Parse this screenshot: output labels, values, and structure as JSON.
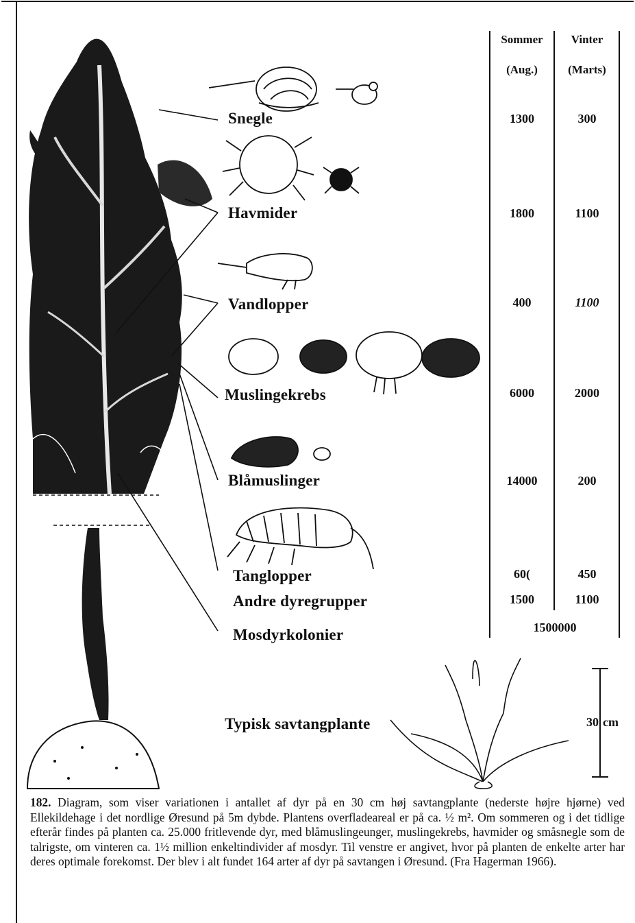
{
  "header": {
    "summer": "Sommer",
    "summer_month": "(Aug.)",
    "winter": "Vinter",
    "winter_month": "(Marts)"
  },
  "rows": [
    {
      "label": "Snegle",
      "summer": "1300",
      "winter": "300"
    },
    {
      "label": "Havmider",
      "summer": "1800",
      "winter": "1100"
    },
    {
      "label": "Vandlopper",
      "summer": "400",
      "winter": "1100"
    },
    {
      "label": "Muslingekrebs",
      "summer": "6000",
      "winter": "2000"
    },
    {
      "label": "Blåmuslinger",
      "summer": "14000",
      "winter": "200"
    },
    {
      "label": "Tanglopper",
      "summer": "60(",
      "winter": "450"
    },
    {
      "label": "Andre dyregrupper",
      "summer": "1500",
      "winter": "1100"
    },
    {
      "label": "Mosdyrkolonier",
      "combined": "1500000"
    }
  ],
  "inset": {
    "label": "Typisk savtangplante",
    "scale_value": "30",
    "scale_unit": "cm"
  },
  "caption": {
    "number": "182.",
    "text": "Diagram, som viser variationen i antallet af dyr på en 30 cm høj savtangplante (nederste højre hjørne) ved Ellekildehage i det nordlige Øresund på 5m dybde. Plantens overfladeareal er på ca. ½ m². Om sommeren og i det tidlige efterår findes på planten ca. 25.000 fritlevende dyr, med blåmuslingeunger, muslingekrebs, havmider og småsnegle som de talrigste, om vinteren ca. 1½ million enkeltindivider af mosdyr. Til venstre er angivet, hvor på planten de enkelte arter har deres optimale forekomst. Der blev i alt fundet 164 arter af dyr på savtangen i Øresund. (Fra Hagerman 1966)."
  }
}
